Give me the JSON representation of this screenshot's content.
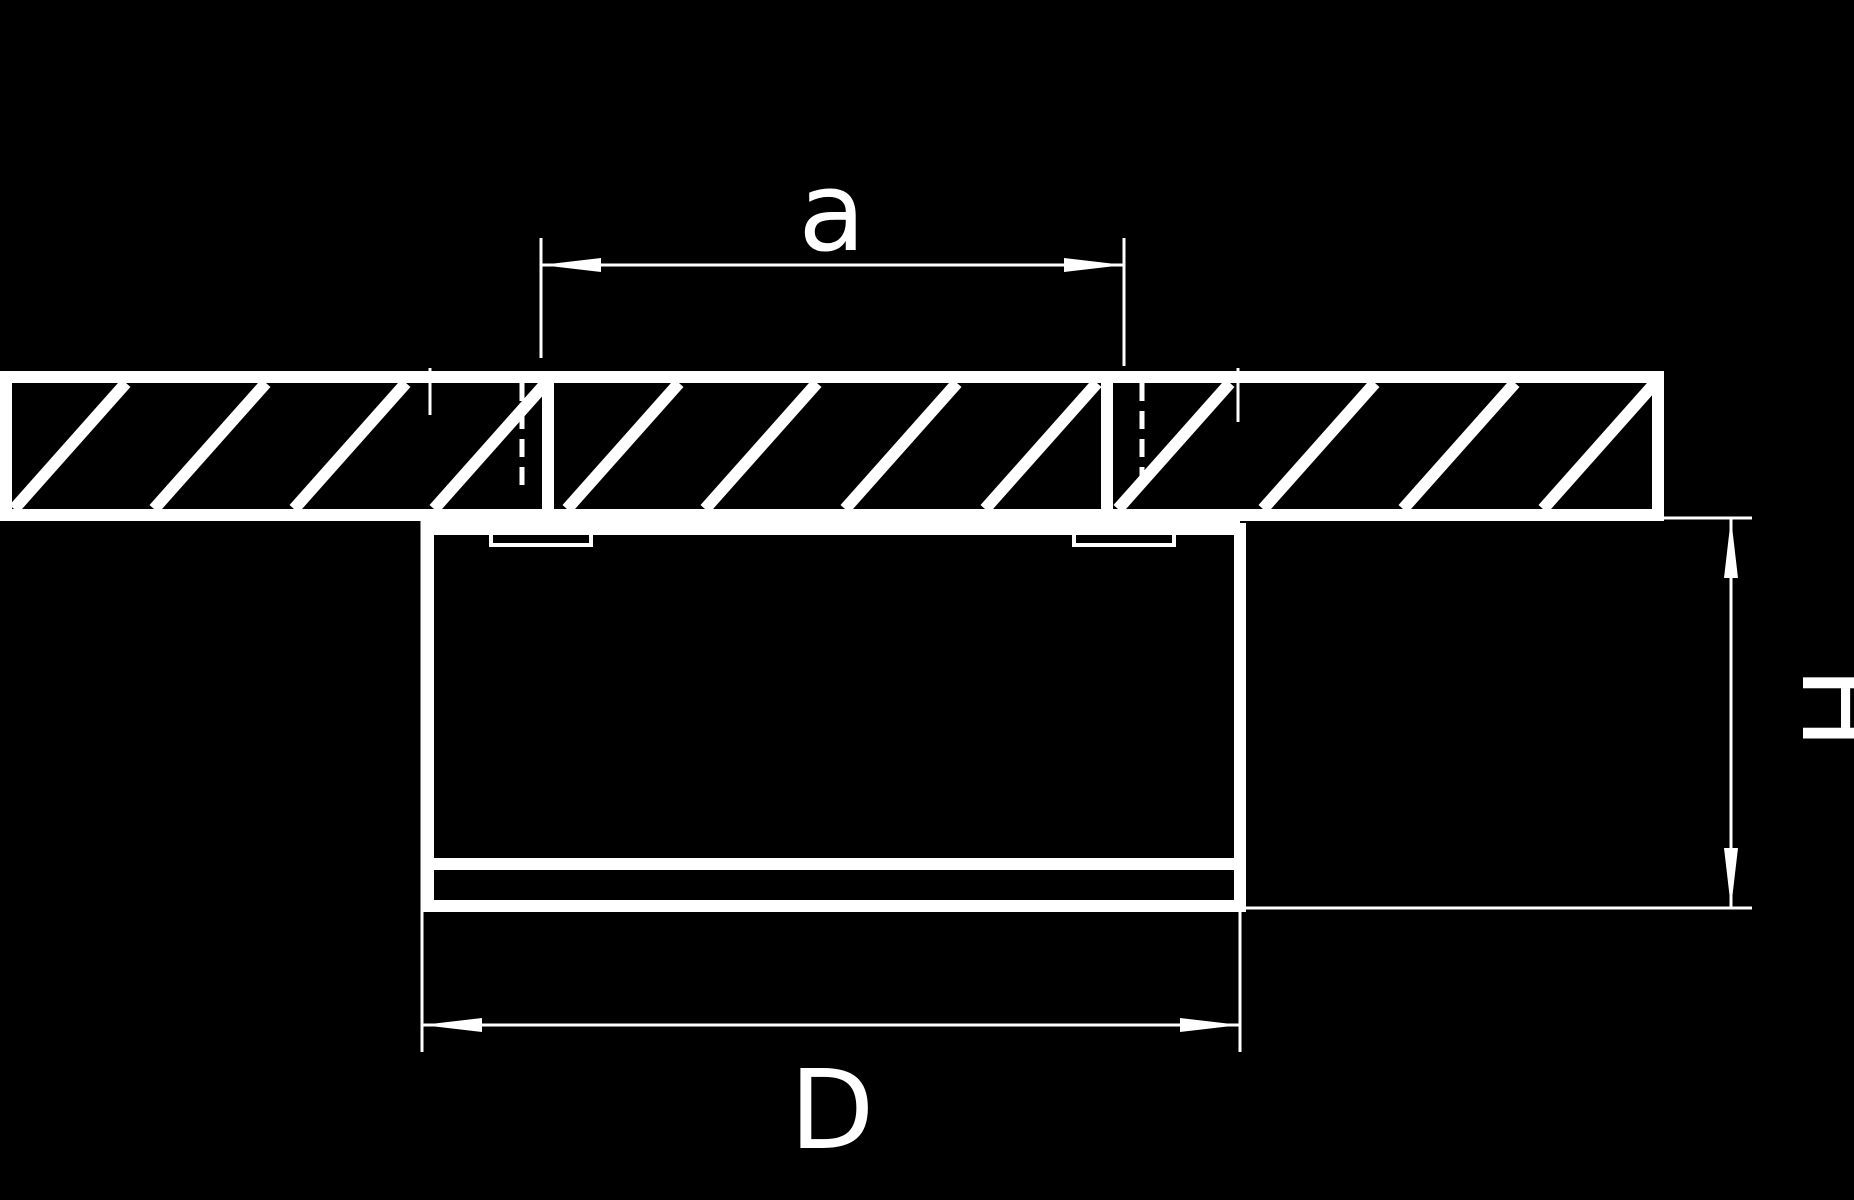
{
  "diagram": {
    "labels": {
      "a": "a",
      "D": "D",
      "H": "H"
    },
    "colors": {
      "background": "#000000",
      "line": "#ffffff"
    }
  }
}
